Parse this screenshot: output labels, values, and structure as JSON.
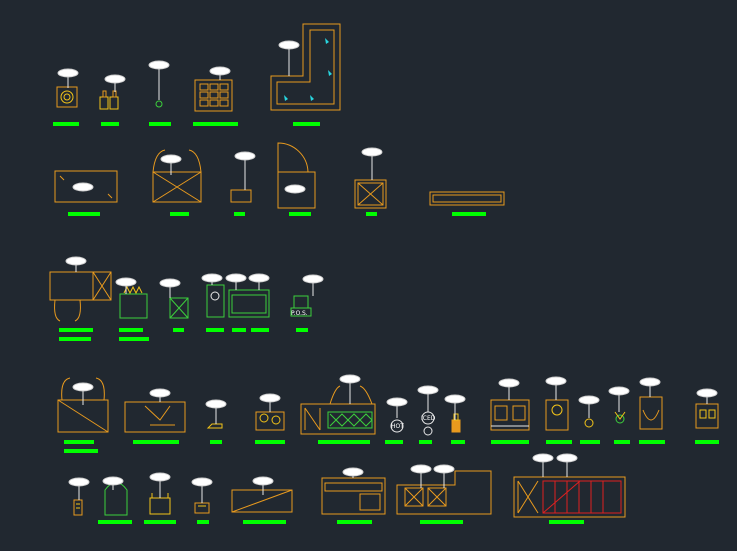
{
  "drawing": {
    "background": "#212830",
    "colors": {
      "outline": "#e89a1e",
      "accent_yellow": "#f2c318",
      "accent_green": "#3ccf3c",
      "dimension_bar": "#00ff00",
      "accent_red": "#e02020",
      "accent_cyan": "#28d6e0",
      "tag": "#ffffff"
    },
    "labels": {
      "pos": "P.O.S.",
      "hot": "HOT",
      "iced": "ICED"
    }
  }
}
